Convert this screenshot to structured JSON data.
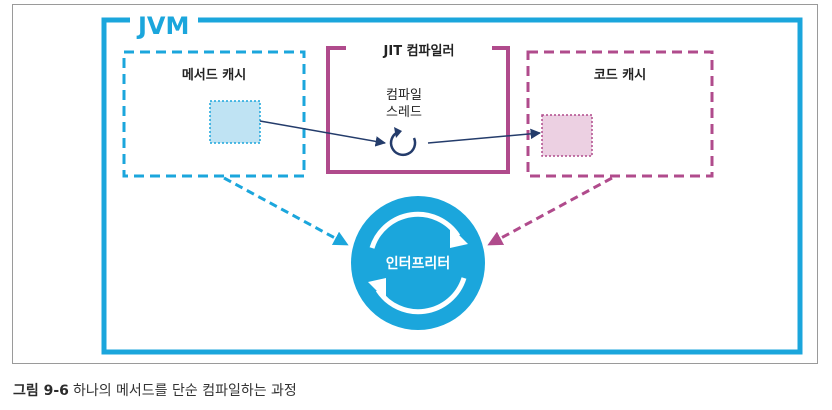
{
  "diagram": {
    "jvm_label": "JVM",
    "method_cache_label": "메서드 캐시",
    "jit_compiler_label": "JIT 컴파일러",
    "compile_thread_line1": "컴파일",
    "compile_thread_line2": "스레드",
    "code_cache_label": "코드 캐시",
    "interpreter_label": "인터프리터"
  },
  "caption": {
    "number": "그림 9-6",
    "text": "하나의 메서드를 단순 컴파일하는 과정"
  },
  "colors": {
    "jvm_blue": "#1ba6dc",
    "jit_magenta": "#b04b8c",
    "arrow_navy": "#243c6b",
    "method_box_fill": "#bfe3f3",
    "code_box_fill": "#ecd0e2"
  }
}
